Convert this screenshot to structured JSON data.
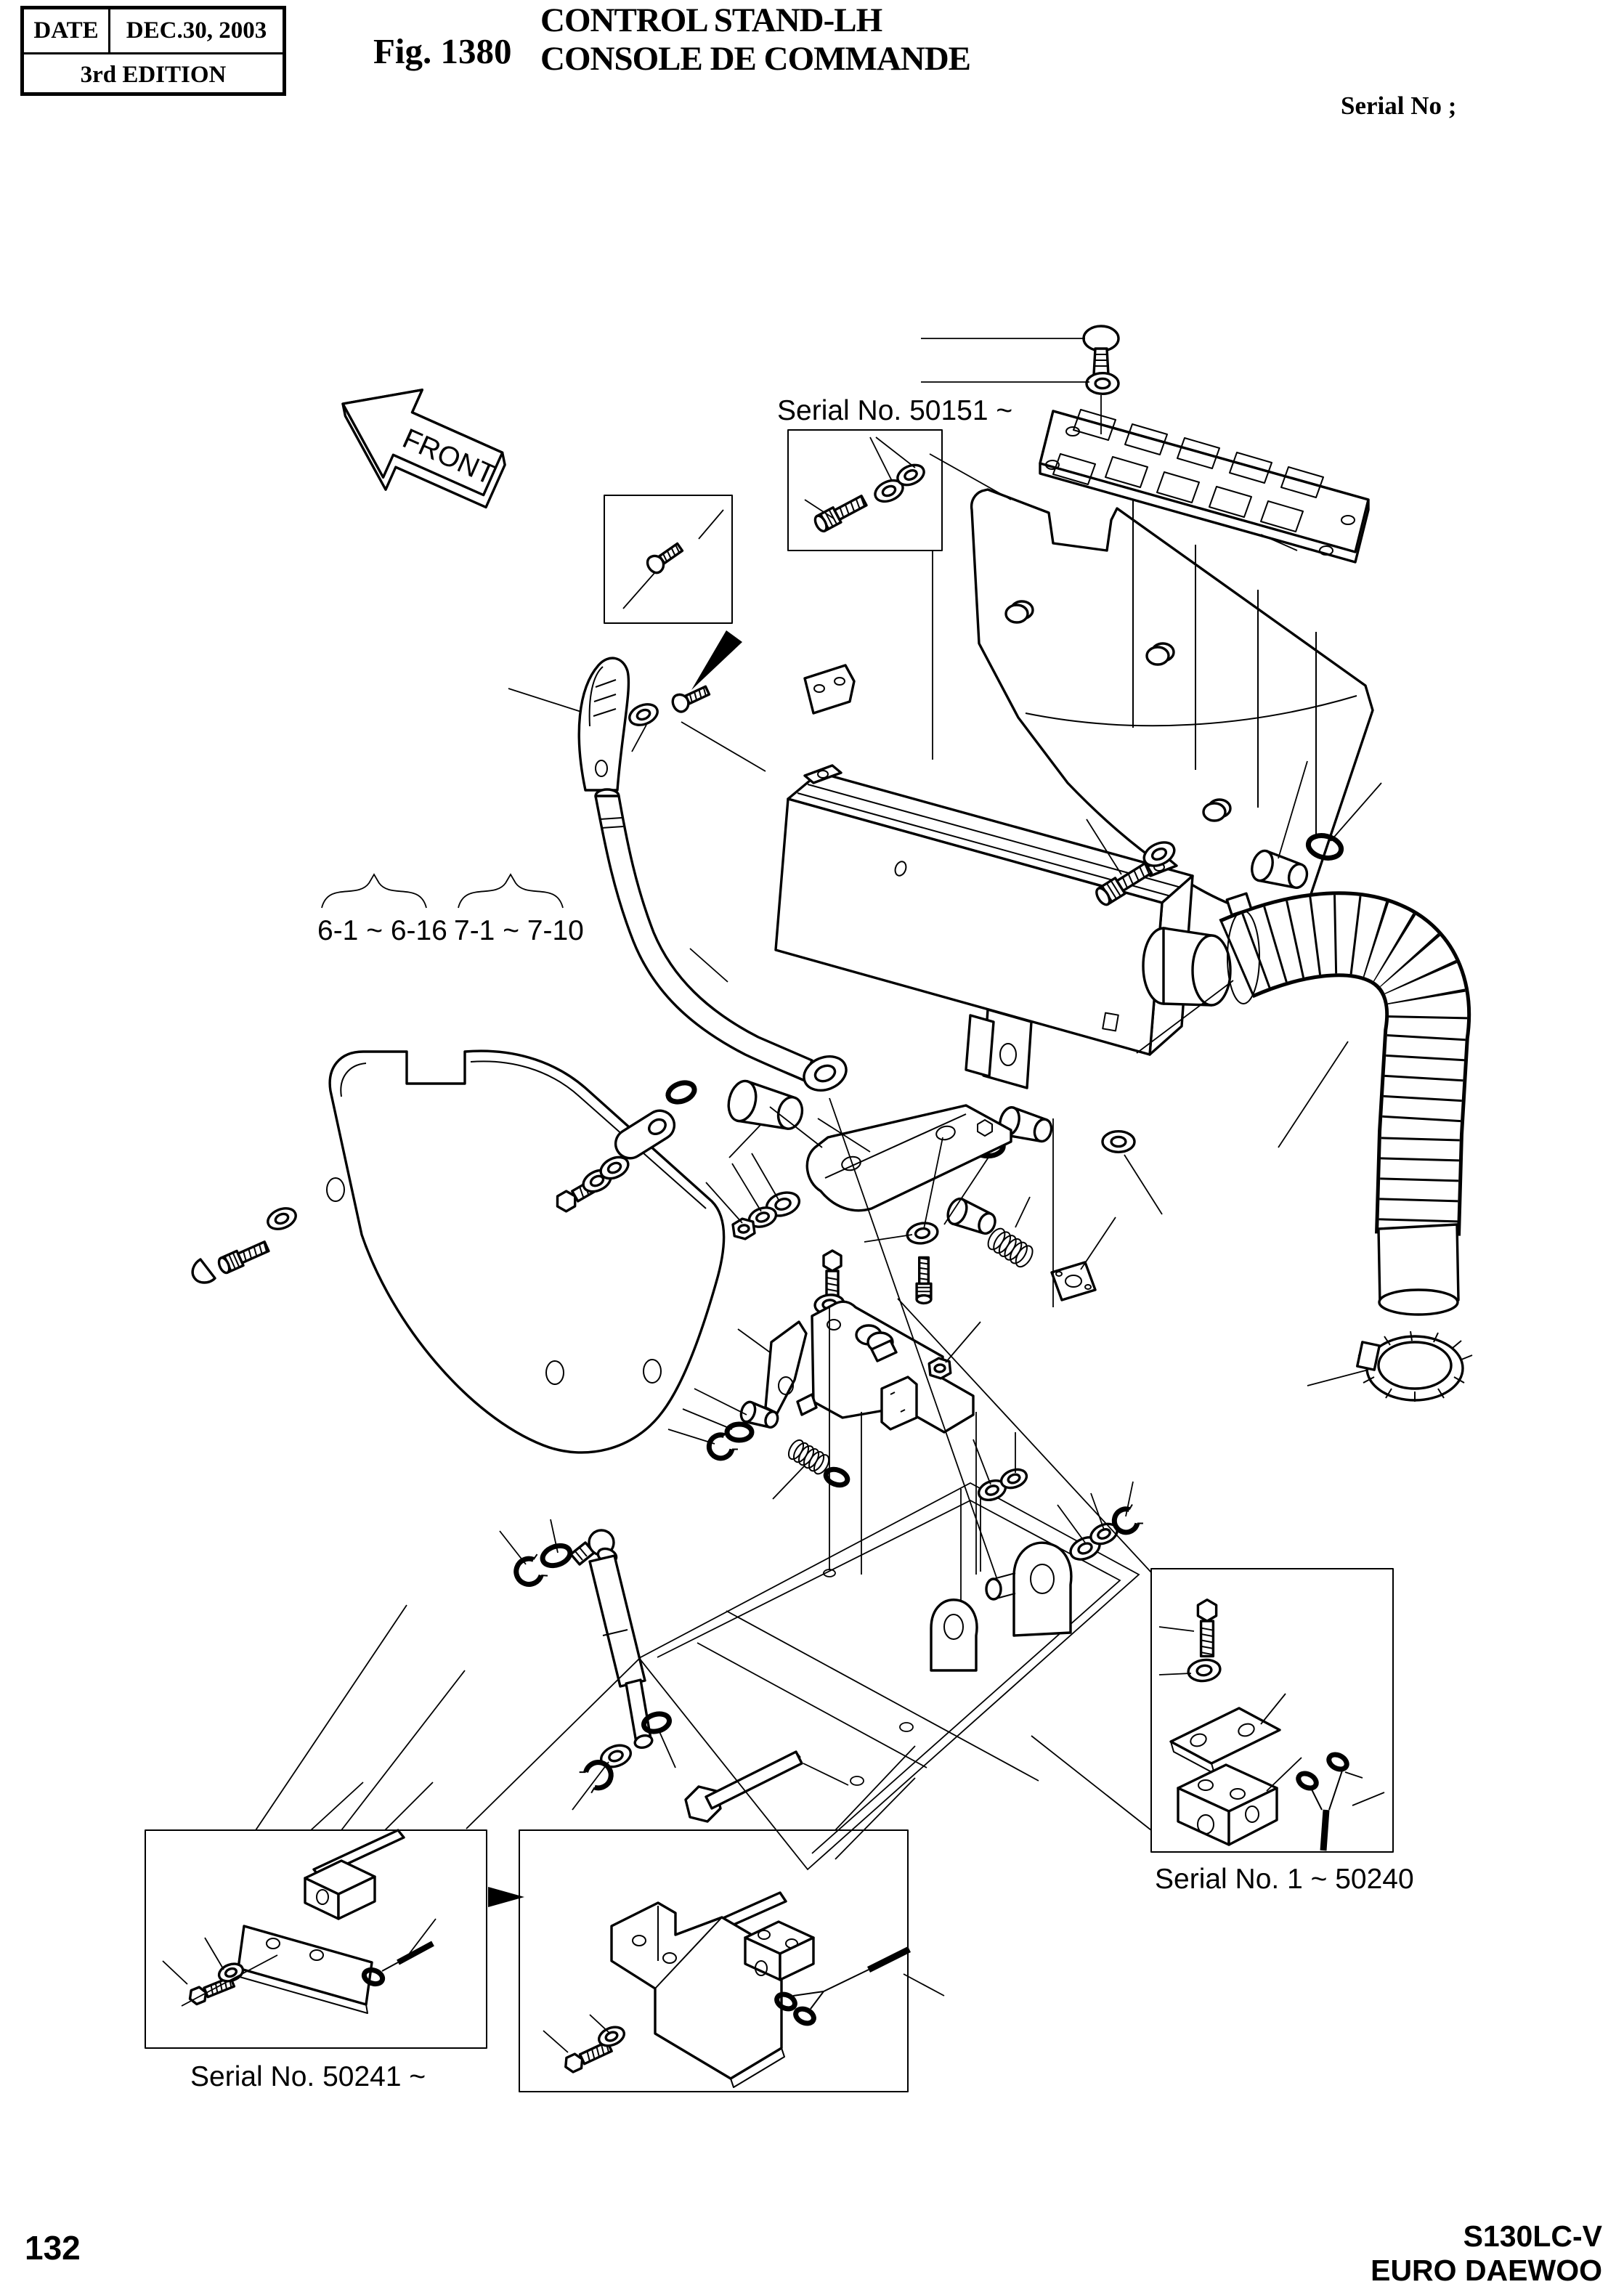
{
  "page": {
    "paper_color": "#ffffff",
    "ink_color": "#000000"
  },
  "header": {
    "date_label": "DATE",
    "date_value": "DEC.30, 2003",
    "edition": "3rd EDITION",
    "fig_label": "Fig. 1380",
    "title_line1": "CONTROL STAND-LH",
    "title_line2": "CONSOLE DE COMMANDE",
    "serial_no_label": "Serial No ;"
  },
  "diagram": {
    "front_arrow_label": "FRONT",
    "serial_50151": "Serial No. 50151 ~",
    "range_left": "6-1 ~ 6-16",
    "range_right": "7-1 ~ 7-10",
    "serial_1_50240": "Serial No. 1 ~ 50240",
    "serial_50241": "Serial No. 50241 ~"
  },
  "footer": {
    "page_number": "132",
    "model": "S130LC-V",
    "brand": "EURO DAEWOO"
  }
}
